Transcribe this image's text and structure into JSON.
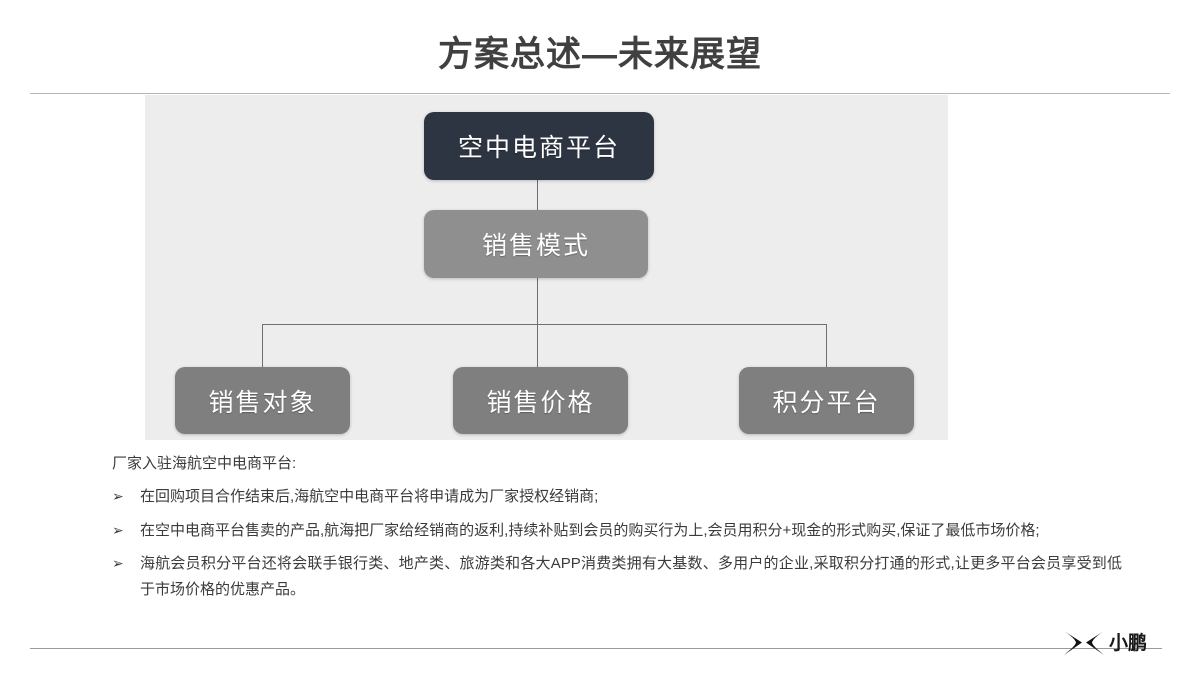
{
  "slide": {
    "title": "方案总述—未来展望"
  },
  "diagram": {
    "root": {
      "label": "空中电商平台",
      "color": "#2d3442"
    },
    "mid": {
      "label": "销售模式",
      "color": "#8f8f8f"
    },
    "leaves": [
      {
        "label": "销售对象",
        "color": "#7f7f7f"
      },
      {
        "label": "销售价格",
        "color": "#7f7f7f"
      },
      {
        "label": "积分平台",
        "color": "#7f7f7f"
      }
    ],
    "panel_color": "#ededed",
    "connector_color": "#6b6f76"
  },
  "body": {
    "intro": "厂家入驻海航空中电商平台:",
    "bullet_marker": "➢",
    "bullets": [
      "在回购项目合作结束后,海航空中电商平台将申请成为厂家授权经销商;",
      "在空中电商平台售卖的产品,航海把厂家给经销商的返利,持续补贴到会员的购买行为上,会员用积分+现金的形式购买,保证了最低市场价格;",
      "海航会员积分平台还将会联手银行类、地产类、旅游类和各大APP消费类拥有大基数、多用户的企业,采取积分打通的形式,让更多平台会员享受到低于市场价格的优惠产品。"
    ]
  },
  "brand": {
    "name": "小鹏",
    "mark_icon": "xpeng-logo-icon",
    "mark_color": "#111111"
  }
}
